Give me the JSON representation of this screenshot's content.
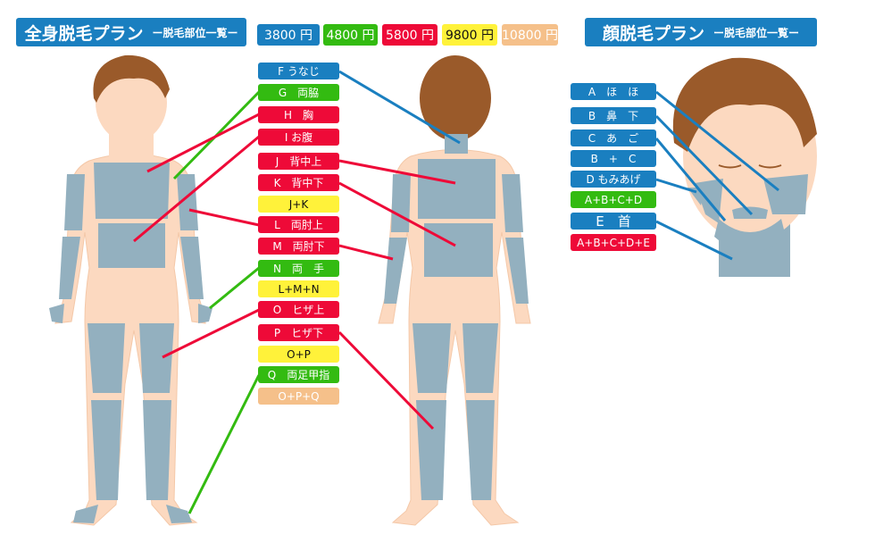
{
  "body_title": {
    "main": "全身脱毛プラン",
    "sub": "ー脱毛部位一覧ー"
  },
  "face_title": {
    "main": "顔脱毛プラン",
    "sub": "ー脱毛部位一覧ー"
  },
  "prices": [
    {
      "label": "3800 円",
      "color": "blue"
    },
    {
      "label": "4800 円",
      "color": "green"
    },
    {
      "label": "5800 円",
      "color": "red"
    },
    {
      "label": "9800 円",
      "color": "yellow"
    },
    {
      "label": "10800 円",
      "color": "orange"
    }
  ],
  "body_labels": [
    {
      "label": "F うなじ",
      "color": "blue"
    },
    {
      "label": "G　両脇",
      "color": "green"
    },
    {
      "label": "H　胸",
      "color": "red"
    },
    {
      "label": "I お腹",
      "color": "red"
    },
    {
      "label": "J　背中上",
      "color": "red"
    },
    {
      "label": "K　背中下",
      "color": "red"
    },
    {
      "label": "J+K",
      "color": "yellow"
    },
    {
      "label": "L　両肘上",
      "color": "red"
    },
    {
      "label": "M　両肘下",
      "color": "red"
    },
    {
      "label": "N　両　手",
      "color": "green"
    },
    {
      "label": "L+M+N",
      "color": "yellow"
    },
    {
      "label": "O　ヒザ上",
      "color": "red"
    },
    {
      "label": "P　ヒザ下",
      "color": "red"
    },
    {
      "label": "O+P",
      "color": "yellow"
    },
    {
      "label": "Q　両足甲指",
      "color": "green"
    },
    {
      "label": "O+P+Q",
      "color": "orange"
    }
  ],
  "face_labels": [
    {
      "label": "A　ほ　ほ",
      "color": "blue"
    },
    {
      "label": "B　鼻　下",
      "color": "blue"
    },
    {
      "label": "C　あ　ご",
      "color": "blue"
    },
    {
      "label": "B　+　C",
      "color": "blue"
    },
    {
      "label": "D もみあげ",
      "color": "blue"
    },
    {
      "label": "A+B+C+D",
      "color": "green"
    },
    {
      "label": "E　首",
      "color": "blue"
    },
    {
      "label": "A+B+C+D+E",
      "color": "red"
    }
  ],
  "colors": {
    "blue": "#1a7fc0",
    "green": "#33bb11",
    "red": "#ee0a38",
    "yellow": "#fff23a",
    "orange": "#f5c08a",
    "skin": "#fcd9c0",
    "zone": "#93b0bf",
    "hair": "#9a5a2a"
  }
}
